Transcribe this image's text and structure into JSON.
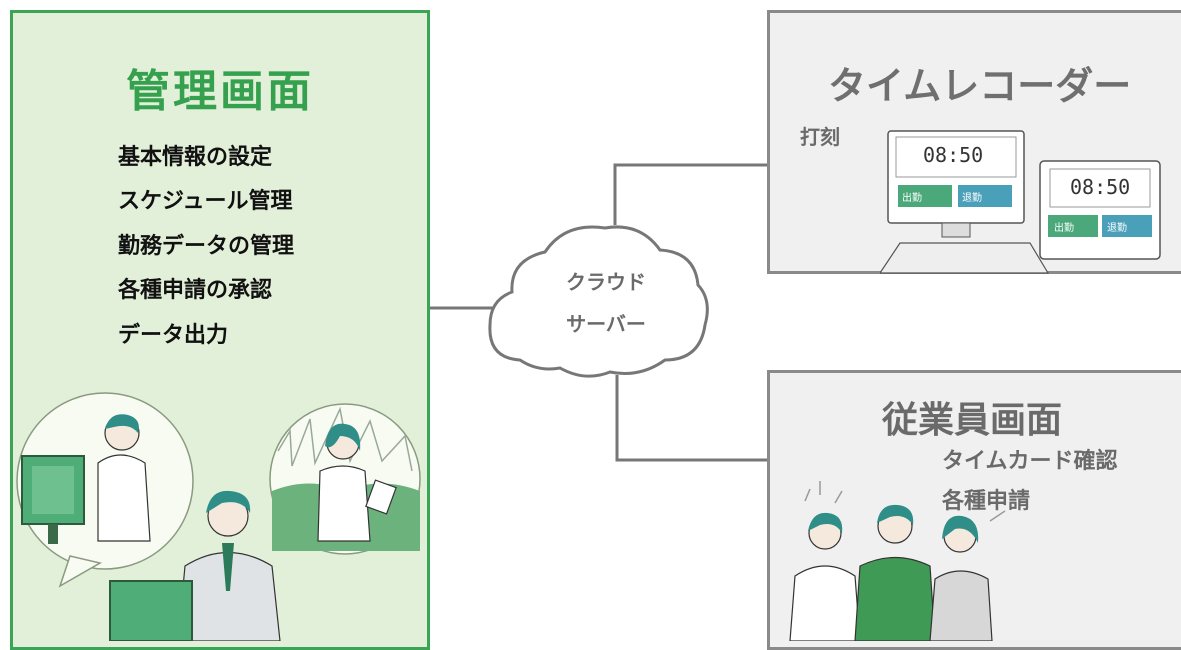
{
  "admin": {
    "title": "管理画面",
    "features": [
      "基本情報の設定",
      "スケジュール管理",
      "勤務データの管理",
      "各種申請の承認",
      "データ出力"
    ]
  },
  "cloud": {
    "line1": "クラウド",
    "line2": "サーバー"
  },
  "time_recorder": {
    "title": "タイムレコーダー",
    "stamp_label": "打刻",
    "monitor_time": "08:50",
    "tablet_time": "08:50",
    "monitor_buttons": [
      "出勤",
      "退勤"
    ],
    "tablet_buttons": [
      "出勤",
      "退勤"
    ]
  },
  "employee": {
    "title": "従業員画面",
    "features": [
      "タイムカード確認",
      "各種申請"
    ]
  },
  "colors": {
    "admin_bg": "#e3f0d9",
    "admin_border": "#3aa655",
    "accent_green": "#35a14f",
    "gray_border": "#8a8a8a",
    "gray_text": "#6a6a6a"
  }
}
